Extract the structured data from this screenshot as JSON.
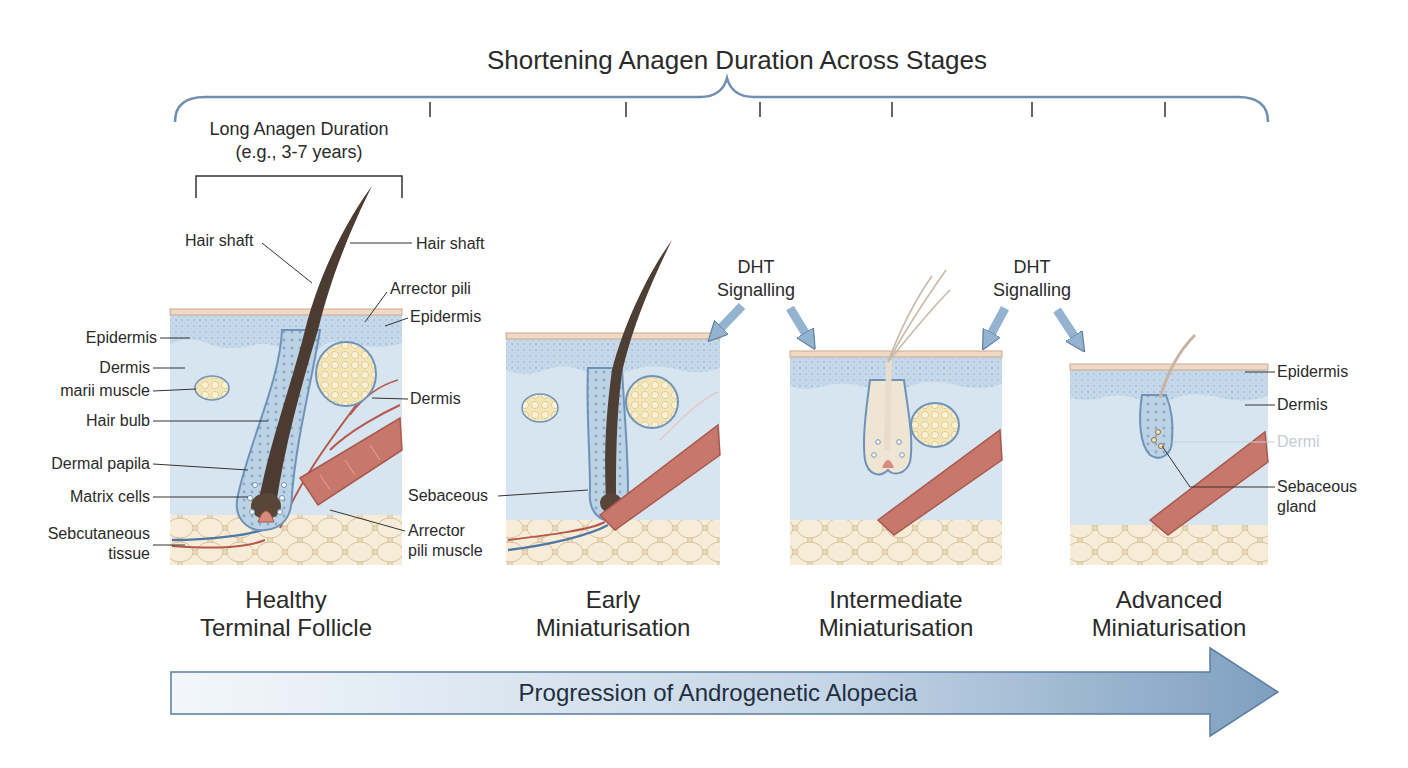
{
  "diagram": {
    "title": "Shortening Anagen Duration Across Stages",
    "nodes": [
      {
        "text": [
          "Healthy Terminal Follicle"
        ]
      },
      {
        "text": [
          "Early Miniaturisation"
        ]
      },
      {
        "text": [
          "Intermediate Miniaturisation"
        ]
      },
      {
        "text": [
          "Advanced Miniaturisation"
        ]
      },
      {
        "text": [
          "Progression of Androgenetic Alopecia"
        ]
      }
    ],
    "labels": [
      "Long Anagen Duration (e.g., 3-7 years)",
      "Hair shaft",
      "Hair shaft",
      "Arrector pili",
      "Epidermis",
      "Epidermis",
      "Dermis",
      "marii muscle",
      "Dermis",
      "Hair bulb",
      "Dermal papila",
      "Sebaceous",
      "Matrix cells",
      "Sebcutaneous tissue",
      "Arrector pili muscle",
      "DHT Signalling",
      "DHT Signalling",
      "Epidermis",
      "Dermis",
      "Dermi",
      "Sebaceous gland"
    ]
  }
}
